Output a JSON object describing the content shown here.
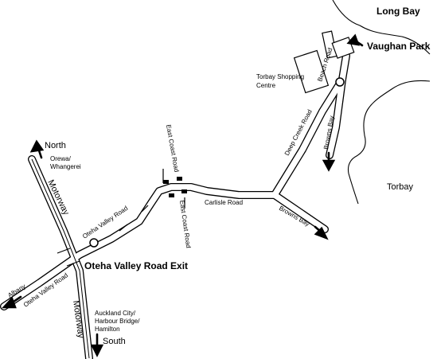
{
  "places": {
    "long_bay": "Long Bay",
    "vaughan_park": "Vaughan Park",
    "torbay": "Torbay",
    "torbay_shopping_line1": "Torbay Shopping",
    "torbay_shopping_line2": "Centre",
    "north": "North",
    "orewa_line1": "Orewa/",
    "orewa_line2": "Whangerei",
    "south": "South",
    "auckland_line1": "Auckland City/",
    "auckland_line2": "Harbour Bridge/",
    "auckland_line3": "Hamilton",
    "exit": "Oteha Valley Road Exit",
    "albany": "Albany"
  },
  "roads": {
    "motorway_north": "Motorway",
    "motorway_south": "Motorway",
    "oteha_valley_road_upper": "Oteha Valley Road",
    "oteha_valley_road_lower": "Oteha Valley Road",
    "east_coast_road_north": "East Coast Road",
    "east_coast_road_south": "East Coast Road",
    "carlisle_road": "Carlisle Road",
    "browns_bay_lower": "Browns Bay",
    "deep_creek_road": "Deep Creek Road",
    "browns_bay_upper": "Browns Bay",
    "beach_road": "Beach Road"
  },
  "icons": {
    "direction_arrow": "arrow-icon",
    "roundabout": "roundabout-icon",
    "traffic_lights": "traffic-light-icon",
    "building": "building-icon"
  }
}
